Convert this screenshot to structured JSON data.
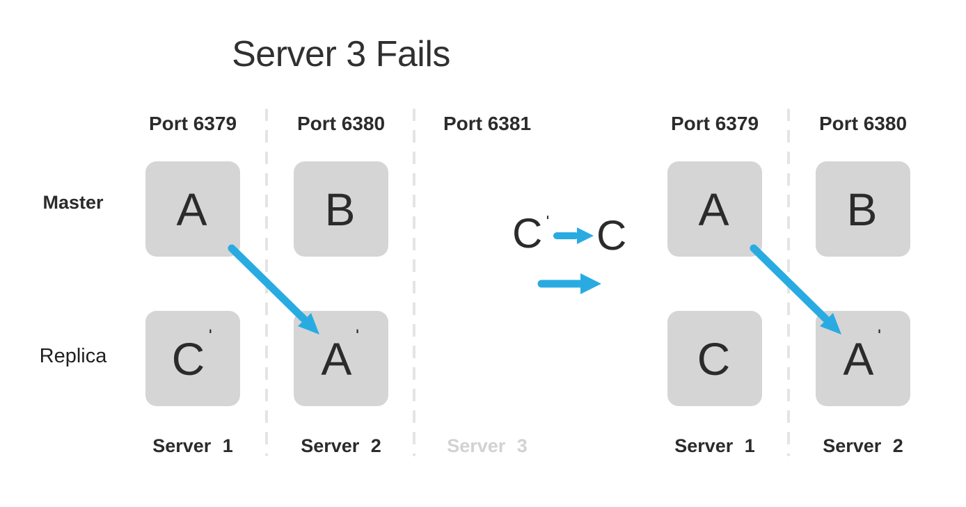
{
  "title": "Server 3 Fails",
  "row_labels": {
    "master": "Master",
    "replica": "Replica"
  },
  "left_cluster": {
    "ports": [
      "Port 6379",
      "Port 6380",
      "Port 6381"
    ],
    "master_boxes": [
      {
        "letter": "A",
        "prime": ""
      },
      {
        "letter": "B",
        "prime": ""
      }
    ],
    "replica_boxes": [
      {
        "letter": "C",
        "prime": "ˈ"
      },
      {
        "letter": "A",
        "prime": "ˈ"
      }
    ],
    "servers": [
      "Server 1",
      "Server 2",
      "Server 3"
    ]
  },
  "promotion": {
    "from_letter": "C",
    "from_prime": "ˈ",
    "to_letter": "C"
  },
  "right_cluster": {
    "ports": [
      "Port 6379",
      "Port 6380"
    ],
    "master_boxes": [
      {
        "letter": "A",
        "prime": ""
      },
      {
        "letter": "B",
        "prime": ""
      }
    ],
    "replica_boxes": [
      {
        "letter": "C",
        "prime": ""
      },
      {
        "letter": "A",
        "prime": "ˈ"
      }
    ],
    "servers": [
      "Server 1",
      "Server 2"
    ]
  },
  "colors": {
    "arrow_blue": "#29abe2",
    "box_fill": "#d5d5d5",
    "text_dark": "#2b2b2b",
    "failed_server_gray": "#d2d2d2",
    "divider_gray": "#e4e4e4"
  }
}
